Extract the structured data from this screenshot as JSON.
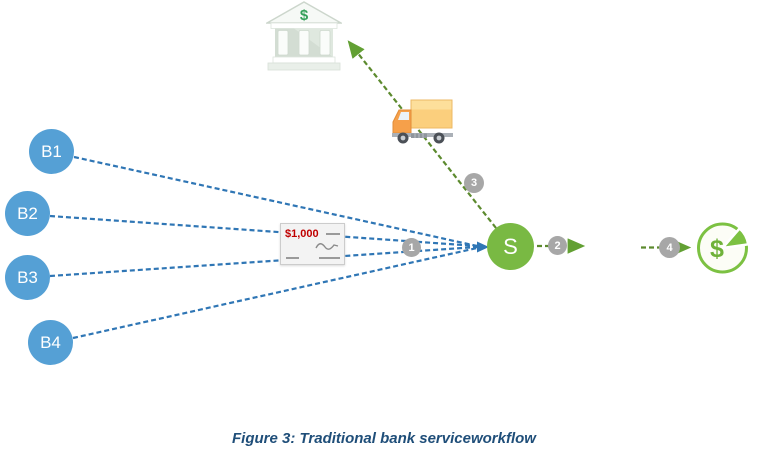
{
  "figure": {
    "caption": "Figure 3: Traditional bank serviceworkflow"
  },
  "buyers": [
    {
      "label": "B1"
    },
    {
      "label": "B2"
    },
    {
      "label": "B3"
    },
    {
      "label": "B4"
    }
  ],
  "seller": {
    "label": "S"
  },
  "badges": [
    {
      "label": "1"
    },
    {
      "label": "2"
    },
    {
      "label": "3"
    },
    {
      "label": "4"
    }
  ],
  "check": {
    "amount": "$1,000"
  },
  "bank_icon": {
    "currency_symbol": "$"
  },
  "money_pie_icon": {
    "currency_symbol": "$"
  },
  "icons": [
    "bank-icon",
    "delivery-truck-icon",
    "bank-check-icon",
    "money-pie-icon"
  ],
  "colors": {
    "buyer_blue": "#55a0d5",
    "seller_green": "#79b943",
    "badge_gray": "#a7a7a7",
    "blue_dash_line": "#2f76b5",
    "green_dash_line": "#5c8a2e",
    "check_amount_red": "#c00000",
    "caption_blue": "#1f4e79"
  }
}
